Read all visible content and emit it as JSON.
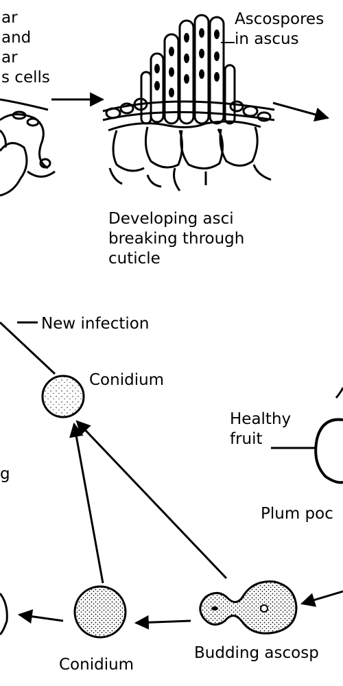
{
  "labels": {
    "top_left_fragment": "ar\nand\nar\ns cells",
    "ascospores_in_ascus": "Ascospores\nin ascus",
    "developing_asci": "Developing asci\nbreaking through\ncuticle",
    "new_infection": "New infection",
    "conidium_top": "Conidium",
    "healthy_fruit": "Healthy\nfruit",
    "left_fragment_g": "g",
    "plum_pod": "Plum poc",
    "conidium_bottom": "Conidium",
    "budding_ascospore": "Budding ascosp"
  },
  "colors": {
    "ink": "#000000",
    "background": "#ffffff"
  }
}
